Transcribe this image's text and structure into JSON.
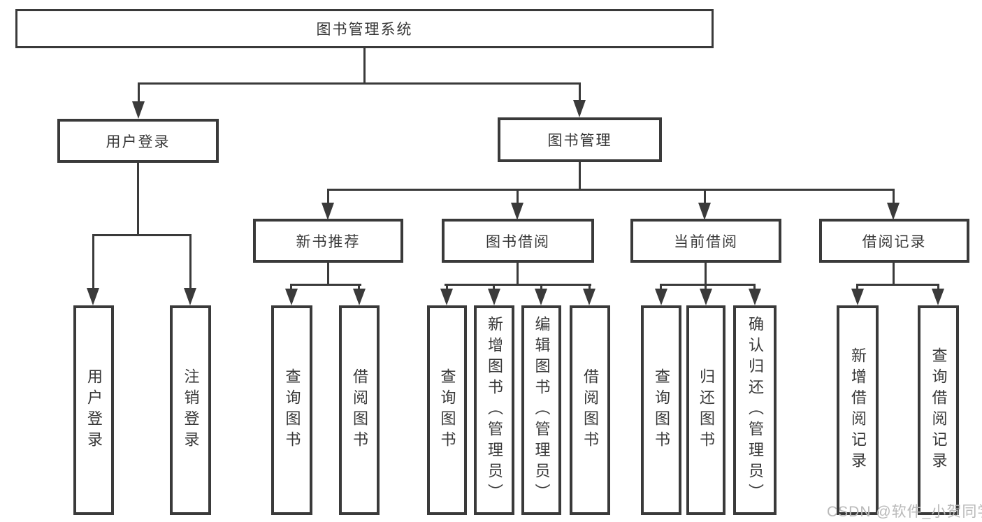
{
  "colors": {
    "line": "#3a3a3a",
    "text": "#383838",
    "background": "#ffffff",
    "watermark": "#b9b9b9"
  },
  "watermark": {
    "text": "CSDN @软件_小贺同学"
  },
  "tree": {
    "root": {
      "label": "图书管理系统"
    },
    "branches": [
      {
        "label": "用户登录",
        "children": [
          {
            "label": "用户登录"
          },
          {
            "label": "注销登录"
          }
        ]
      },
      {
        "label": "图书管理",
        "children": [
          {
            "label": "新书推荐",
            "children": [
              {
                "label": "查询图书"
              },
              {
                "label": "借阅图书"
              }
            ]
          },
          {
            "label": "图书借阅",
            "children": [
              {
                "label": "查询图书"
              },
              {
                "label": "新增图书（管理员）"
              },
              {
                "label": "编辑图书（管理员）"
              },
              {
                "label": "借阅图书"
              }
            ]
          },
          {
            "label": "当前借阅",
            "children": [
              {
                "label": "查询图书"
              },
              {
                "label": "归还图书"
              },
              {
                "label": "确认归还（管理员）"
              }
            ]
          },
          {
            "label": "借阅记录",
            "children": [
              {
                "label": "新增借阅记录"
              },
              {
                "label": "查询借阅记录"
              }
            ]
          }
        ]
      }
    ]
  }
}
